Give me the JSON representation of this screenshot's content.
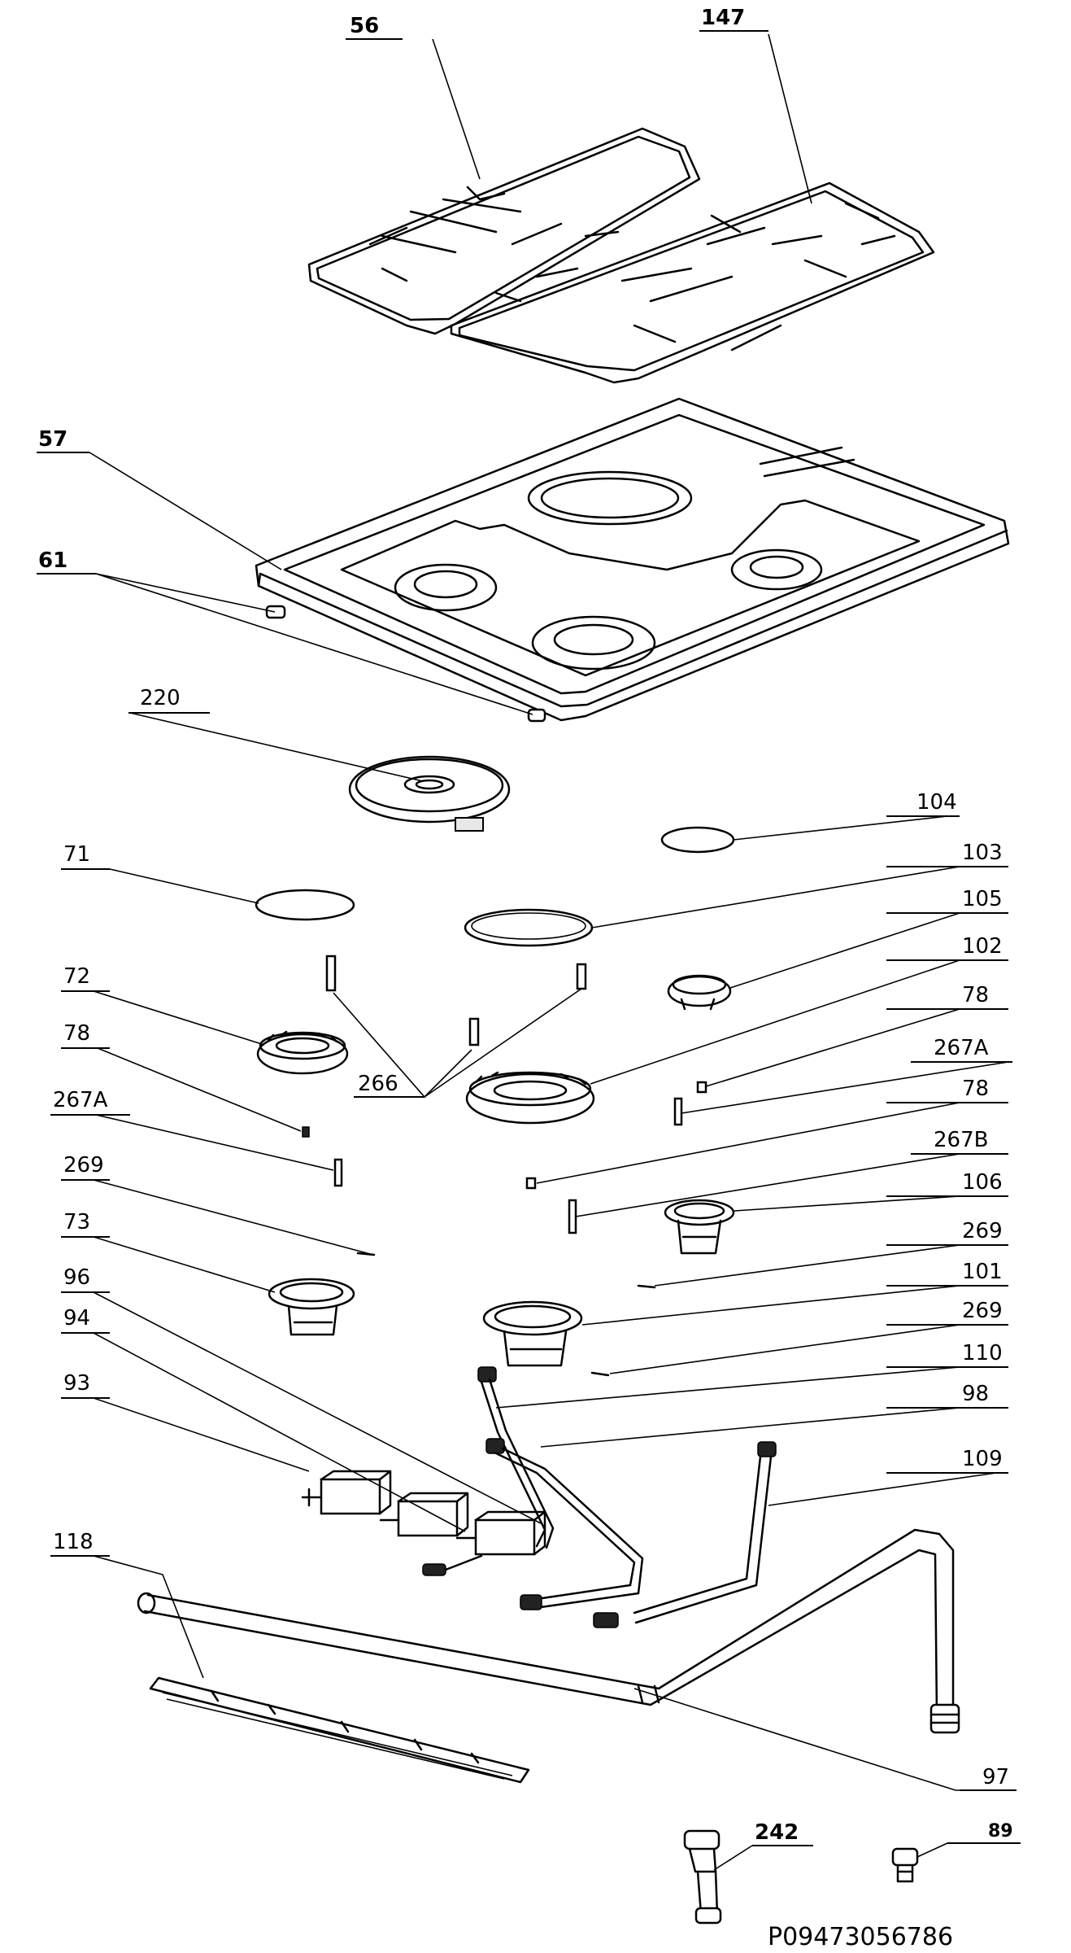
{
  "labels": {
    "l56": "56",
    "l147": "147",
    "l57": "57",
    "l61": "61",
    "l220": "220",
    "l104": "104",
    "l71": "71",
    "l103": "103",
    "l105": "105",
    "l72": "72",
    "l102": "102",
    "l78a": "78",
    "l78b": "78",
    "l266": "266",
    "l267a_r": "267A",
    "l267a_l": "267A",
    "l78c": "78",
    "l267b": "267B",
    "l269a": "269",
    "l106": "106",
    "l73": "73",
    "l269b": "269",
    "l96": "96",
    "l101": "101",
    "l94": "94",
    "l269c": "269",
    "l110": "110",
    "l93": "93",
    "l98": "98",
    "l109": "109",
    "l118": "118",
    "l97": "97",
    "l242": "242",
    "l89": "89"
  },
  "document_code": "P09473056786"
}
